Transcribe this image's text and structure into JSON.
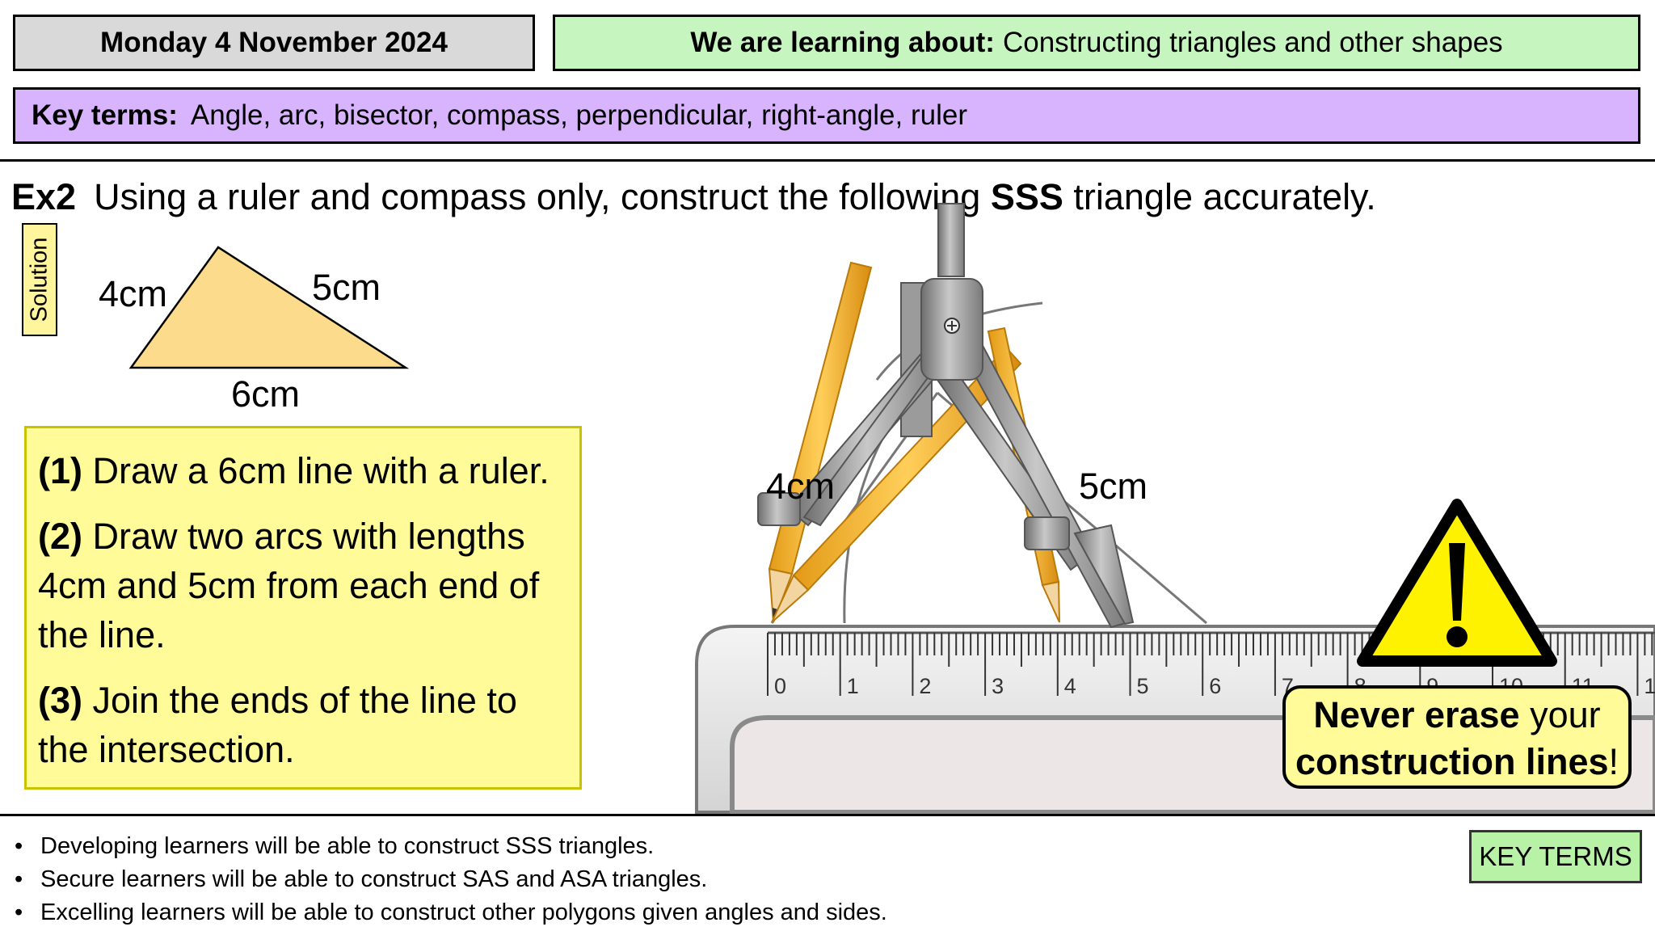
{
  "header": {
    "date": "Monday 4 November 2024",
    "lia_label": "We are learning about:",
    "lia_text": "Constructing triangles and other shapes",
    "key_label": "Key terms:",
    "key_text": "Angle, arc, bisector, compass, perpendicular, right-angle, ruler"
  },
  "question": {
    "number": "Ex2",
    "text_before": "Using a ruler and compass only, construct the following",
    "text_bold": "SSS",
    "text_after": "triangle accurately."
  },
  "solution_tab": "Solution",
  "triangle": {
    "side_left": "4cm",
    "side_right": "5cm",
    "side_base": "6cm",
    "fill": "#fcdc8c"
  },
  "steps": [
    {
      "num": "(1)",
      "text": "Draw a 6cm line with a ruler."
    },
    {
      "num": "(2)",
      "text": "Draw two arcs with lengths 4cm and 5cm from each end of the line."
    },
    {
      "num": "(3)",
      "text": "Join the ends of the line to the intersection."
    }
  ],
  "construction": {
    "arc_left_label": "4cm",
    "arc_right_label": "5cm",
    "ruler_ticks": [
      "0",
      "1",
      "2",
      "3",
      "4",
      "5",
      "6",
      "7",
      "8",
      "9",
      "10",
      "11",
      "1"
    ]
  },
  "warning": {
    "icon": "warning-triangle-icon",
    "bold1": "Never erase",
    "text1": "your",
    "bold2": "construction lines",
    "text2": "!"
  },
  "objectives": [
    "Developing learners will be able to construct SSS triangles.",
    "Secure learners will be able to construct SAS and ASA triangles.",
    "Excelling learners will be able to construct other polygons given angles and sides."
  ],
  "key_terms_button": "KEY TERMS",
  "colors": {
    "date_bg": "#d9d9d9",
    "lia_bg": "#c6f5c0",
    "key_bg": "#d8b4fe",
    "steps_bg": "#fffb99",
    "warning_yellow": "#fff200",
    "pencil": "#f5b731",
    "button_bg": "#b7f2a6"
  }
}
